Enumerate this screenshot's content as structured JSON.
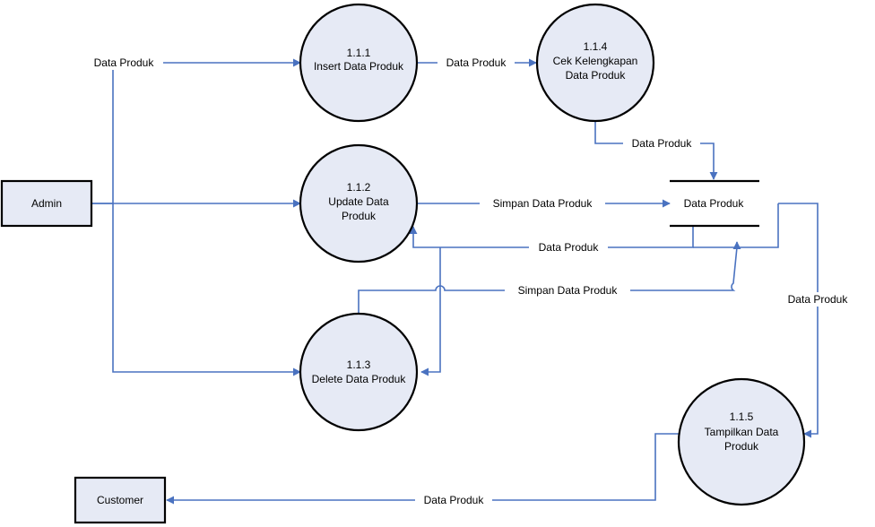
{
  "entities": {
    "admin": "Admin",
    "customer": "Customer"
  },
  "processes": {
    "p111": {
      "id": "1.1.1",
      "name": "Insert Data Produk"
    },
    "p112": {
      "id": "1.1.2",
      "name_line1": "Update Data",
      "name_line2": "Produk"
    },
    "p113": {
      "id": "1.1.3",
      "name": "Delete Data Produk"
    },
    "p114": {
      "id": "1.1.4",
      "name_line1": "Cek Kelengkapan",
      "name_line2": "Data Produk"
    },
    "p115": {
      "id": "1.1.5",
      "name_line1": "Tampilkan Data",
      "name_line2": "Produk"
    }
  },
  "store": {
    "name": "Data Produk"
  },
  "flows": {
    "admin_to_insert": "Data Produk",
    "insert_to_cek": "Data Produk",
    "cek_to_store": "Data Produk",
    "update_to_store": "Simpan Data Produk",
    "store_to_update": "Data Produk",
    "delete_to_store": "Simpan Data Produk",
    "store_to_tampilkan": "Data Produk",
    "tampilkan_to_customer": "Data Produk"
  },
  "colors": {
    "flow_line": "#4a72c0",
    "shape_fill": "#e6eaf5",
    "outline": "#000000"
  }
}
